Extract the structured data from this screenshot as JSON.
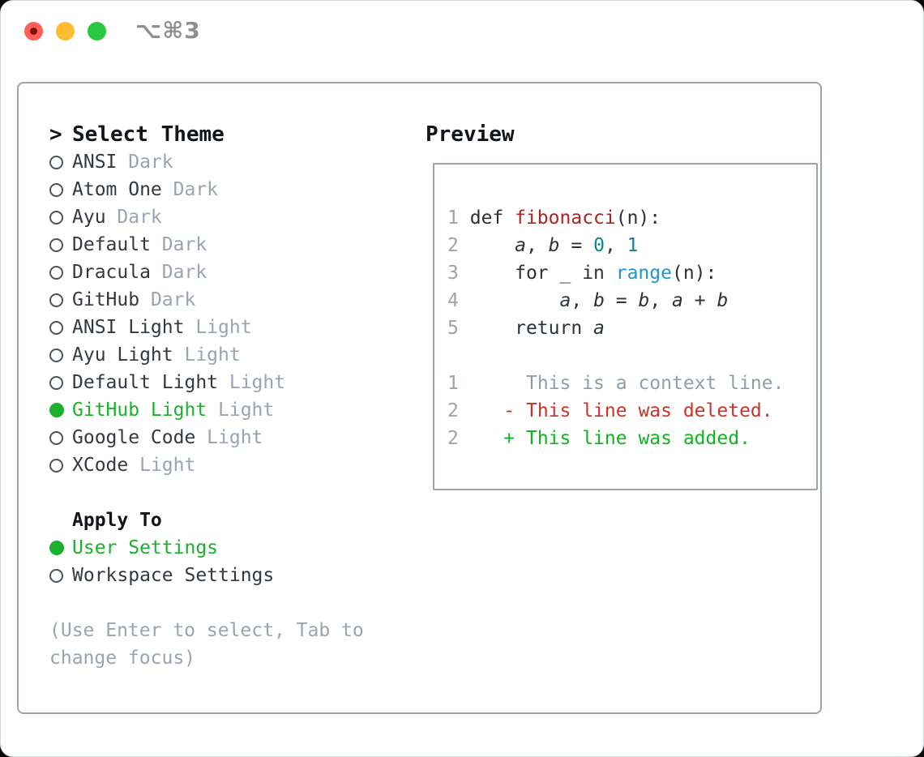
{
  "window": {
    "title": "⌥⌘3",
    "traffic_lights": [
      "close",
      "minimize",
      "zoom"
    ],
    "close_has_unsaved_dot": true
  },
  "theme_section": {
    "focus_marker": ">",
    "header": "Select Theme",
    "items": [
      {
        "label": "ANSI",
        "variant": "Dark",
        "selected": false
      },
      {
        "label": "Atom One",
        "variant": "Dark",
        "selected": false
      },
      {
        "label": "Ayu",
        "variant": "Dark",
        "selected": false
      },
      {
        "label": "Default",
        "variant": "Dark",
        "selected": false
      },
      {
        "label": "Dracula",
        "variant": "Dark",
        "selected": false
      },
      {
        "label": "GitHub",
        "variant": "Dark",
        "selected": false
      },
      {
        "label": "ANSI Light",
        "variant": "Light",
        "selected": false
      },
      {
        "label": "Ayu Light",
        "variant": "Light",
        "selected": false
      },
      {
        "label": "Default Light",
        "variant": "Light",
        "selected": false
      },
      {
        "label": "GitHub Light",
        "variant": "Light",
        "selected": true
      },
      {
        "label": "Google Code",
        "variant": "Light",
        "selected": false
      },
      {
        "label": "XCode",
        "variant": "Light",
        "selected": false
      }
    ]
  },
  "apply_section": {
    "header": "Apply To",
    "items": [
      {
        "label": "User Settings",
        "selected": true
      },
      {
        "label": "Workspace Settings",
        "selected": false
      }
    ]
  },
  "hint": "(Use Enter to select, Tab to change focus)",
  "preview": {
    "header": "Preview",
    "code": [
      {
        "num": "1",
        "segs": [
          {
            "t": "def "
          },
          {
            "t": "fibonacci",
            "c": "fn"
          },
          {
            "t": "(n):"
          }
        ]
      },
      {
        "num": "2",
        "segs": [
          {
            "t": "    "
          },
          {
            "t": "a",
            "i": true
          },
          {
            "t": ", "
          },
          {
            "t": "b",
            "i": true
          },
          {
            "t": " = "
          },
          {
            "t": "0",
            "c": "num"
          },
          {
            "t": ", "
          },
          {
            "t": "1",
            "c": "num"
          }
        ]
      },
      {
        "num": "3",
        "segs": [
          {
            "t": "    for _ in "
          },
          {
            "t": "range",
            "c": "blt"
          },
          {
            "t": "(n):"
          }
        ]
      },
      {
        "num": "4",
        "segs": [
          {
            "t": "        "
          },
          {
            "t": "a",
            "i": true
          },
          {
            "t": ", "
          },
          {
            "t": "b",
            "i": true
          },
          {
            "t": " = "
          },
          {
            "t": "b",
            "i": true
          },
          {
            "t": ", "
          },
          {
            "t": "a",
            "i": true
          },
          {
            "t": " + "
          },
          {
            "t": "b",
            "i": true
          }
        ]
      },
      {
        "num": "5",
        "segs": [
          {
            "t": "    return "
          },
          {
            "t": "a",
            "i": true
          }
        ]
      }
    ],
    "diff": [
      {
        "num": "1",
        "marker": " ",
        "text": "This is a context line.",
        "kind": "context"
      },
      {
        "num": "2",
        "marker": "-",
        "text": "This line was deleted.",
        "kind": "del"
      },
      {
        "num": "2",
        "marker": "+",
        "text": "This line was added.",
        "kind": "add"
      }
    ]
  },
  "colors": {
    "selected_green": "#1bb12d",
    "added_green": "#0fb41e",
    "deleted_red": "#c9342a",
    "function_red": "#a92523",
    "builtin_blue": "#2195d2",
    "number_teal": "#0f878a",
    "code_text": "#2b3238",
    "item_text": "#33393f",
    "muted": "#9aa4b0",
    "context_gray": "#939da9",
    "header_text": "#111418",
    "panel_border": "#9ba4ae",
    "traffic_red": "#ff5f57",
    "traffic_yellow": "#febc2e",
    "traffic_green": "#28c840",
    "title_gray": "#8f8f8f"
  }
}
